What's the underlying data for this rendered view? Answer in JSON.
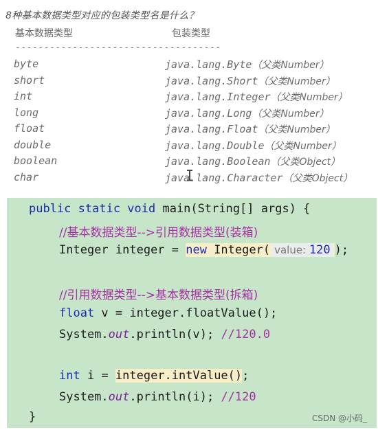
{
  "top": {
    "title": "8种基本数据类型对应的包装类型名是什么？",
    "header_primitive": "基本数据类型",
    "header_wrapper": "包装类型",
    "divider": "------------------------------------",
    "rows": [
      {
        "primitive": "byte",
        "wrapper": "java.lang.Byte",
        "parent": "（父类Number）"
      },
      {
        "primitive": "short",
        "wrapper": "java.lang.Short",
        "parent": "（父类Number）"
      },
      {
        "primitive": "int",
        "wrapper": "java.lang.Integer",
        "parent": "（父类Number）"
      },
      {
        "primitive": "long",
        "wrapper": "java.lang.Long",
        "parent": "（父类Number）"
      },
      {
        "primitive": "float",
        "wrapper": "java.lang.Float",
        "parent": "（父类Number）"
      },
      {
        "primitive": "double",
        "wrapper": "java.lang.Double",
        "parent": "（父类Number）"
      },
      {
        "primitive": "boolean",
        "wrapper": "java.lang.Boolean",
        "parent": "（父类Object）"
      },
      {
        "primitive": "char",
        "wrapper": "java.lang.Character",
        "parent": "（父类Object）"
      }
    ]
  },
  "code": {
    "l1_a": "public static void ",
    "l1_b": "main(String[] args) {",
    "l2": "//基本数据类型-->引用数据类型(装箱)",
    "l3_a": "Integer integer = ",
    "l3_new": "new",
    "l3_b": " Integer(",
    "l3_hint_label": "value:",
    "l3_hint_value": "120",
    "l3_c": ");",
    "l5": "//引用数据类型-->基本数据类型(拆箱)",
    "l6_kw": "float",
    "l6_b": " v = integer.floatValue();",
    "l7_a": "System.",
    "l7_out": "out",
    "l7_b": ".println(v); ",
    "l7_c": "//120.0",
    "l9_kw": "int",
    "l9_b": " i = ",
    "l9_hl": "integer.intValue()",
    "l9_c": ";",
    "l10_a": "System.",
    "l10_out": "out",
    "l10_b": ".println(i); ",
    "l10_c": "//120",
    "l11": "}"
  },
  "watermark": "CSDN @小码_"
}
